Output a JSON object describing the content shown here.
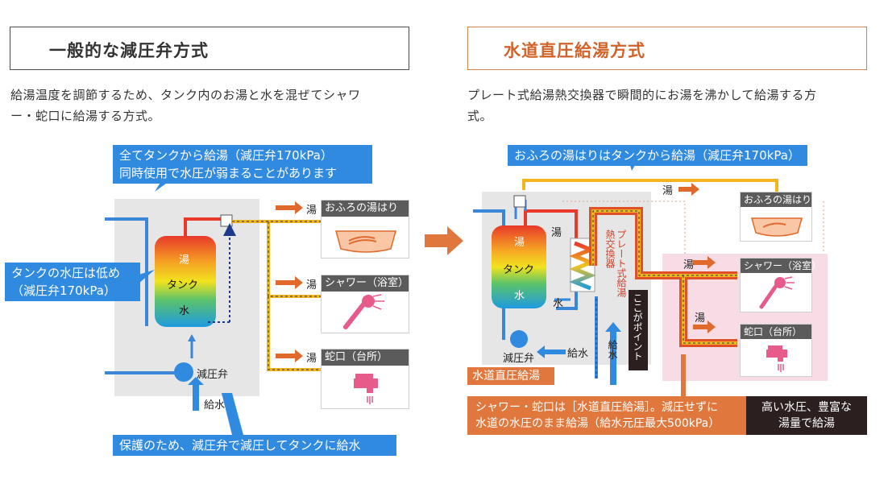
{
  "left": {
    "title": "一般的な減圧弁方式",
    "desc_line1": "給湯温度を調節するため、タンク内のお湯と水を混ぜてシャワ",
    "desc_line2": "ー・蛇口に給湯する方式。",
    "callout_top_line1": "全てタンクから給湯（減圧弁170kPa）",
    "callout_top_line2": "同時使用で水圧が弱まることがあります",
    "callout_left_line1": "タンクの水圧は低め",
    "callout_left_line2": "（減圧弁170kPa）",
    "callout_bottom": "保護のため、減圧弁で減圧してタンクに給水",
    "tank_hot": "湯",
    "tank_label": "タンク",
    "tank_cold": "水",
    "valve_label": "減圧弁",
    "supply_label": "給水",
    "hot_label": "湯",
    "outputs": [
      "おふろの湯はり",
      "シャワー（浴室）",
      "蛇口（台所）"
    ]
  },
  "right": {
    "title": "水道直圧給湯方式",
    "desc_line1": "プレート式給湯熱交換器で瞬間的にお湯を沸かして給湯する方",
    "desc_line2": "式。",
    "callout_top": "おふろの湯はりはタンクから給湯（減圧弁170kPa）",
    "tank_hot": "湯",
    "tank_label": "タンク",
    "tank_cold": "水",
    "hot_in_tank": "湯",
    "cold_in_tank": "水",
    "exchanger_label": "プレート式給湯熱交換器",
    "point_label": "ここがポイント",
    "valve_label": "減圧弁",
    "supply_label_h": "給水",
    "supply_label_v": "給水",
    "direct_label": "水道直圧給湯",
    "hot_label": "湯",
    "outputs": [
      "おふろの湯はり",
      "シャワー（浴室）",
      "蛇口（台所）"
    ],
    "callout_bottom_line1": "シャワー・蛇口は［水道直圧給湯］。減圧せずに",
    "callout_bottom_line2": "水道の水圧のまま給湯（給水元圧最大500kPa）",
    "callout_dark_line1": "高い水圧、豊富な",
    "callout_dark_line2": "湯量で給湯"
  },
  "colors": {
    "blue": "#2f8ae0",
    "orange": "#e0773c",
    "hot_pipe": "#e8392a",
    "cold_pipe": "#3b86d6",
    "mix_pipe": "#f2b51e",
    "tank_bg": "#e6e6e6",
    "pink_zone": "#f7dce6"
  }
}
